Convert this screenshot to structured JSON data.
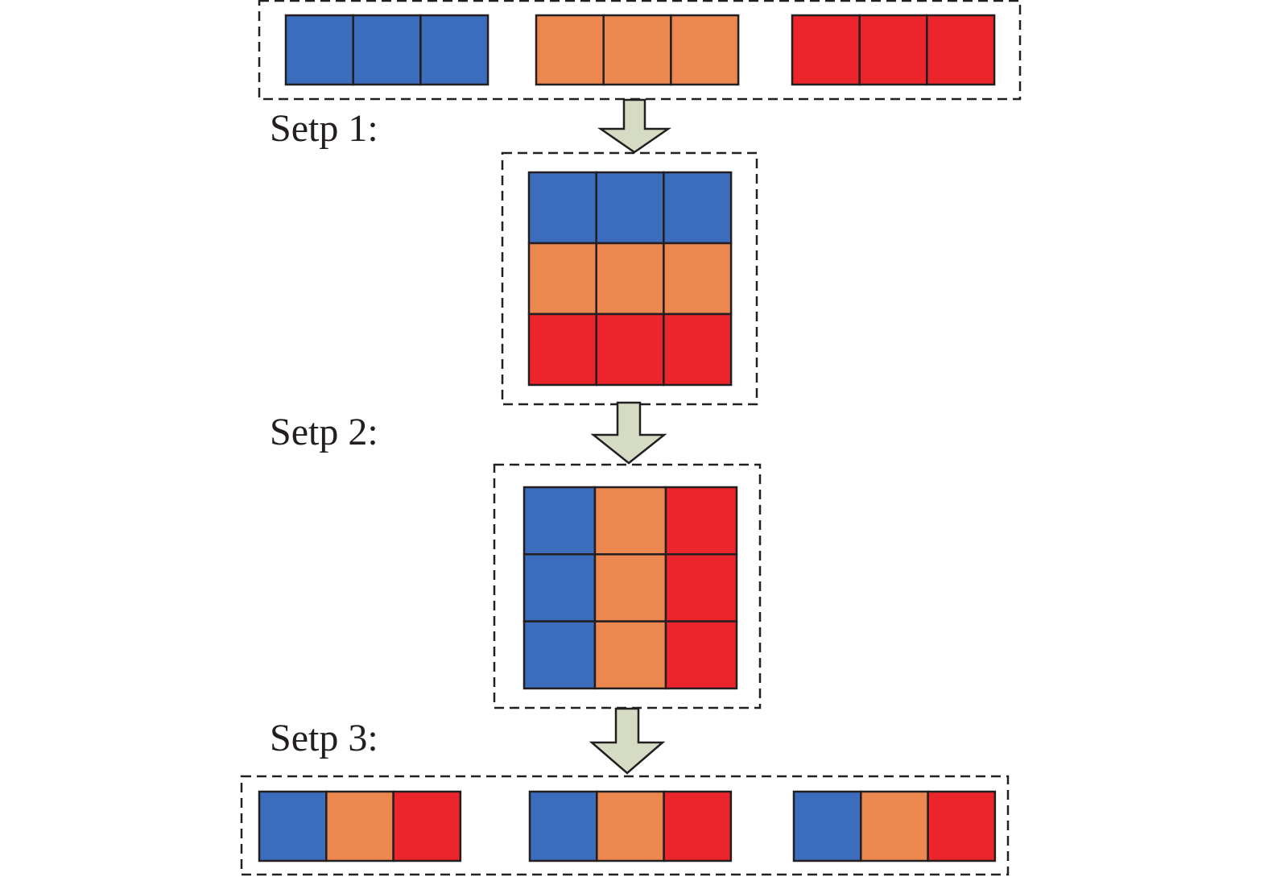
{
  "steps": [
    {
      "label": "Setp 1:"
    },
    {
      "label": "Setp 2:"
    },
    {
      "label": "Setp 3:"
    }
  ],
  "colors": {
    "blue": "#3c6cbc",
    "orange": "#ec884f",
    "red": "#ec242b",
    "arrow_fill": "#d6dcc4",
    "outline": "#231f20"
  },
  "input_sequences": [
    [
      "blue",
      "blue",
      "blue"
    ],
    [
      "orange",
      "orange",
      "orange"
    ],
    [
      "red",
      "red",
      "red"
    ]
  ],
  "step1_matrix": [
    [
      "blue",
      "blue",
      "blue"
    ],
    [
      "orange",
      "orange",
      "orange"
    ],
    [
      "red",
      "red",
      "red"
    ]
  ],
  "step2_matrix": [
    [
      "blue",
      "orange",
      "red"
    ],
    [
      "blue",
      "orange",
      "red"
    ],
    [
      "blue",
      "orange",
      "red"
    ]
  ],
  "output_sequences": [
    [
      "blue",
      "orange",
      "red"
    ],
    [
      "blue",
      "orange",
      "red"
    ],
    [
      "blue",
      "orange",
      "red"
    ]
  ]
}
